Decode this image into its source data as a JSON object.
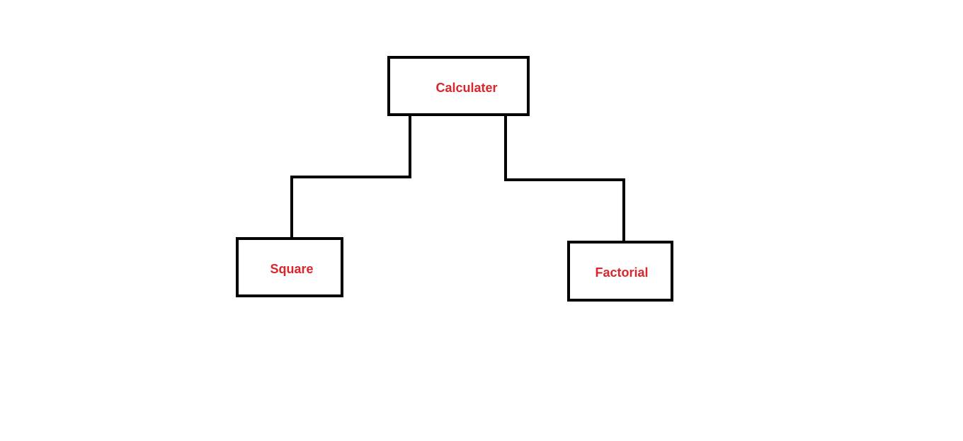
{
  "diagram": {
    "nodes": {
      "root": {
        "label": "Calculater"
      },
      "left": {
        "label": "Square"
      },
      "right": {
        "label": "Factorial"
      }
    },
    "edges": [
      {
        "from": "root",
        "to": "left"
      },
      {
        "from": "root",
        "to": "right"
      }
    ]
  },
  "colors": {
    "label": "#d9262d",
    "stroke": "#000000",
    "background": "#ffffff"
  }
}
